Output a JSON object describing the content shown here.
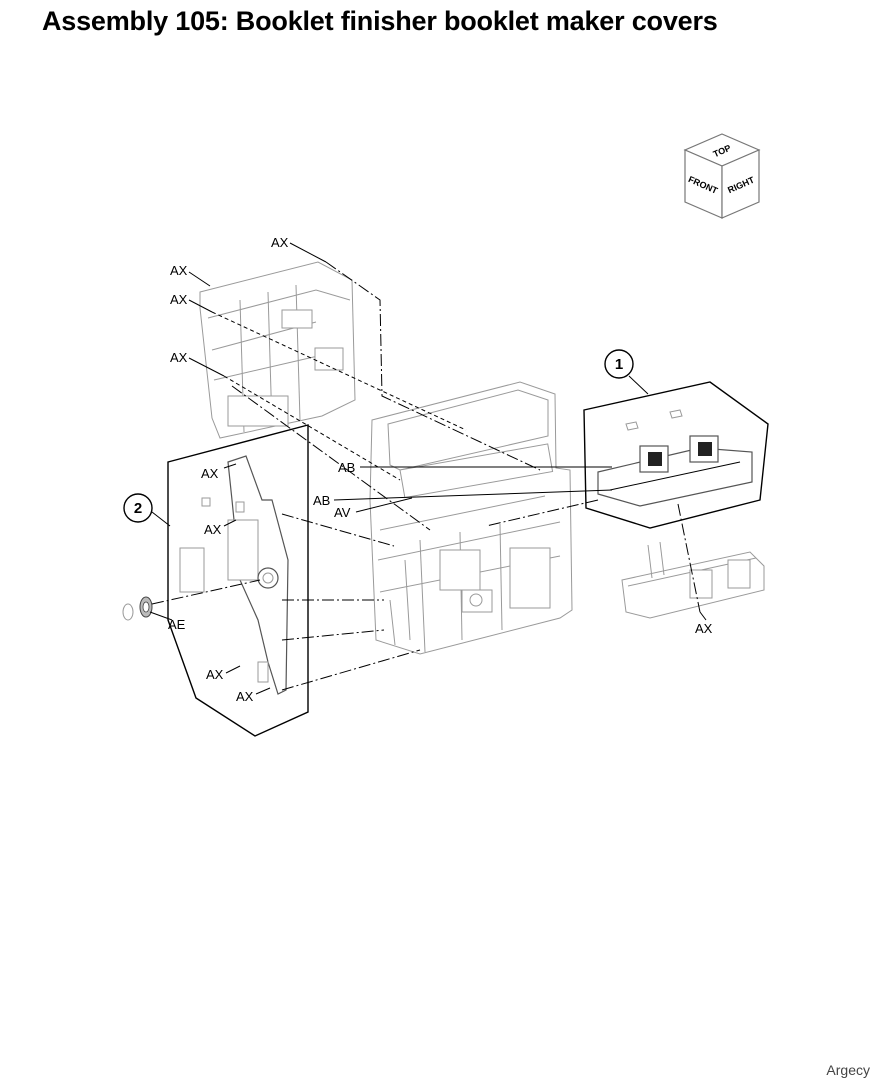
{
  "title": "Assembly 105: Booklet finisher booklet maker covers",
  "orientation_cube": {
    "top": "TOP",
    "front": "FRONT",
    "right": "RIGHT"
  },
  "callouts": {
    "one": "1",
    "two": "2"
  },
  "labels": {
    "ax": "AX",
    "ab": "AB",
    "av": "AV",
    "ae": "AE"
  },
  "watermark": "Argecy"
}
